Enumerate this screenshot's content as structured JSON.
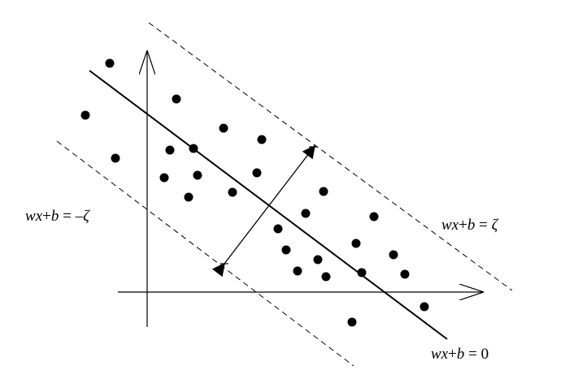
{
  "labels": {
    "lower_margin": "wx+b = –ζ",
    "upper_margin": "wx+b = ζ",
    "hyperplane": "wx+b = 0"
  },
  "colors": {
    "ink": "#000000",
    "background": "#ffffff"
  }
}
